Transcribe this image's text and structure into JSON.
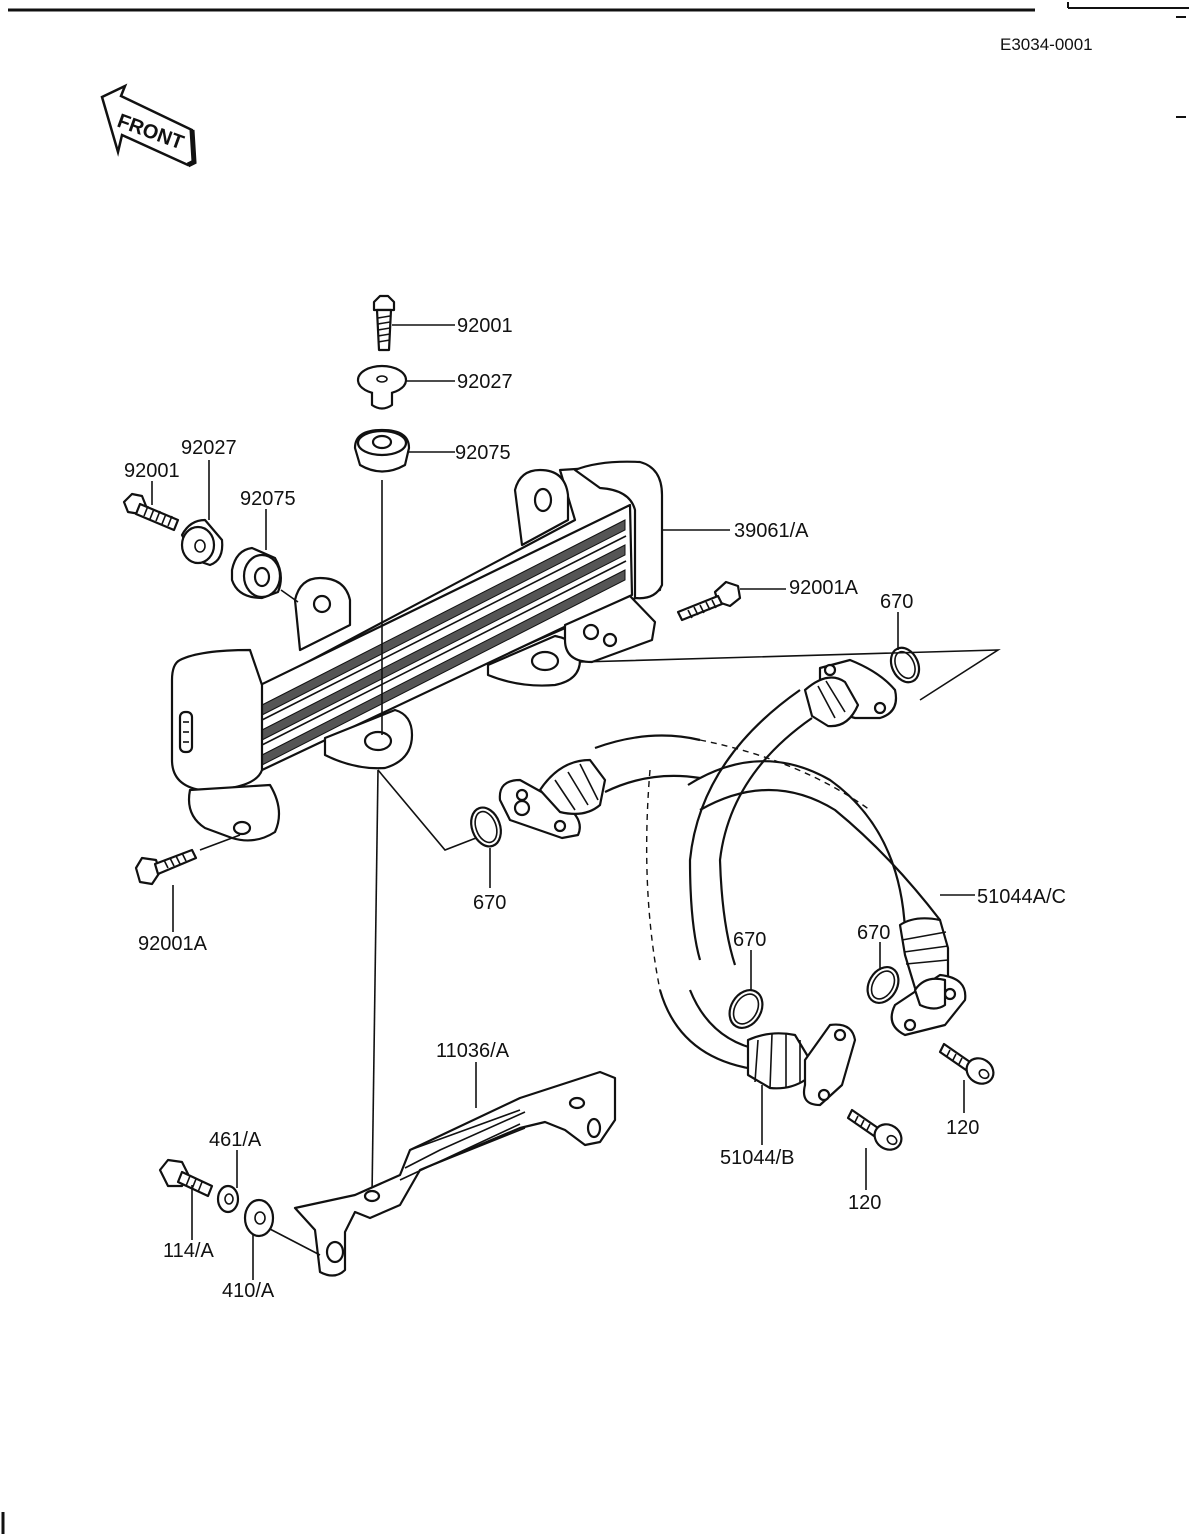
{
  "drawing_code": "E3034-0001",
  "front_arrow_text": "FRONT",
  "callouts": {
    "top_bolt": "92001",
    "top_collar": "92027",
    "top_grommet": "92075",
    "left_bolt": "92001",
    "left_collar": "92027",
    "left_grommet": "92075",
    "oil_cooler": "39061/A",
    "right_bolt": "92001A",
    "oring_right_top": "670",
    "lower_left_bolt": "92001A",
    "oring_center": "670",
    "hose_upper": "51044A/C",
    "oring_lower_right": "670",
    "oring_lower_mid": "670",
    "hose_lower": "51044/B",
    "bracket": "11036/A",
    "spring_washer": "461/A",
    "bracket_bolt": "114/A",
    "flat_washer": "410/A",
    "screw_right": "120",
    "screw_mid": "120"
  }
}
